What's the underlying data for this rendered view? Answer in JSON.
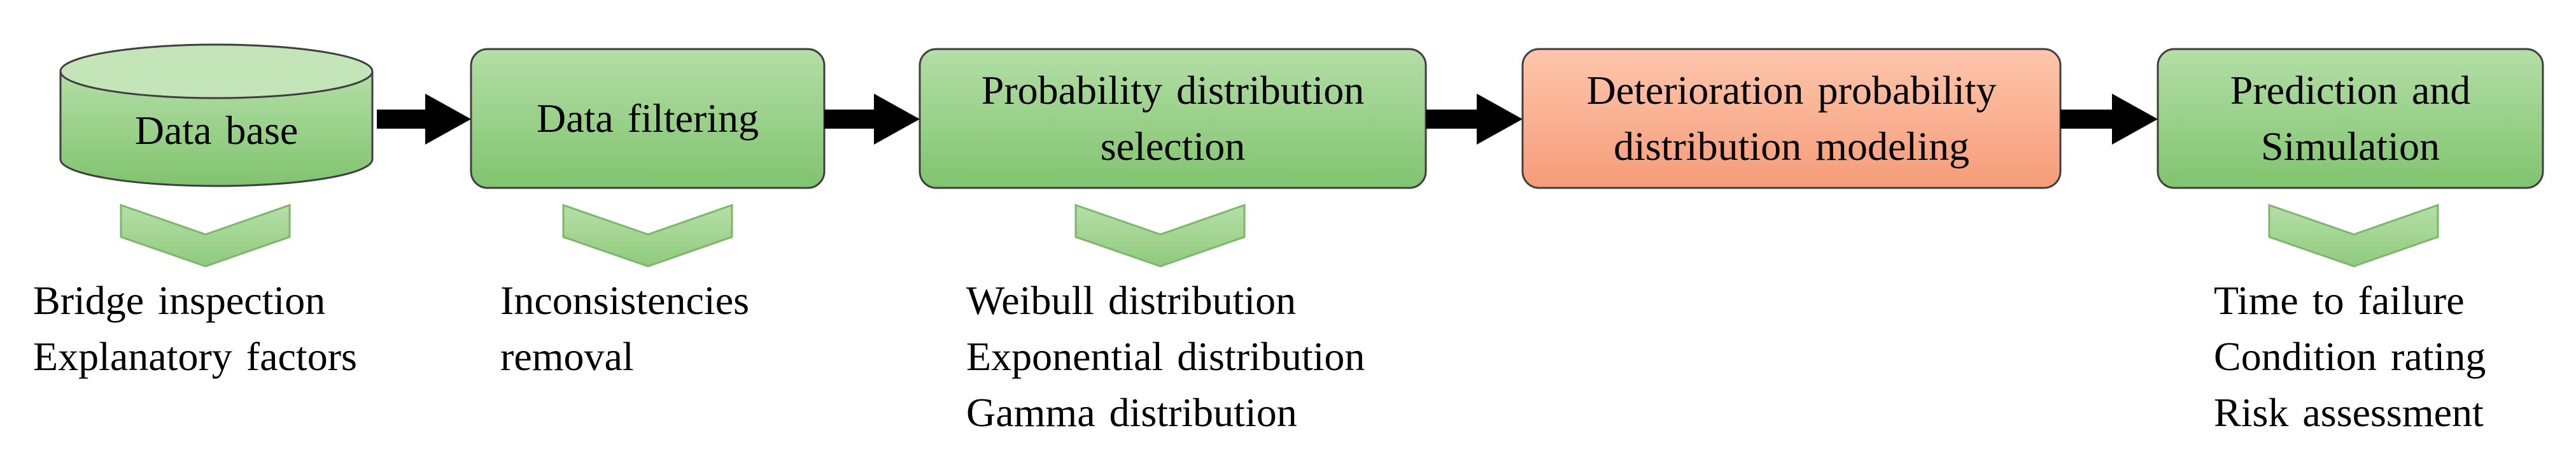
{
  "nodes": [
    {
      "id": "database",
      "label": "Data base",
      "shape": "cylinder"
    },
    {
      "id": "filtering",
      "label": "Data filtering",
      "shape": "box"
    },
    {
      "id": "selection",
      "label_lines": [
        "Probability distribution",
        "selection"
      ],
      "shape": "box"
    },
    {
      "id": "modeling",
      "label_lines": [
        "Deterioration probability",
        "distribution modeling"
      ],
      "shape": "box",
      "highlight": true
    },
    {
      "id": "prediction",
      "label_lines": [
        "Prediction and",
        "Simulation"
      ],
      "shape": "box"
    }
  ],
  "details": [
    [
      "Bridge inspection",
      "Explanatory factors"
    ],
    [
      "Inconsistencies",
      "removal"
    ],
    [
      "Weibull distribution",
      "Exponential distribution",
      "Gamma distribution"
    ],
    [],
    [
      "Time to failure",
      "Condition rating",
      "Risk assessment"
    ]
  ],
  "colors": {
    "box_fill_top": "#a9d89a",
    "box_fill_bottom": "#84c673",
    "box_stroke": "#3f3f3f",
    "highlight_fill_top": "#ffbfa3",
    "highlight_fill_bottom": "#f7a27f",
    "chevron_fill": "#9fd18c",
    "chevron_stroke": "#7fb56d",
    "arrow": "#000000",
    "text": "#000000"
  }
}
